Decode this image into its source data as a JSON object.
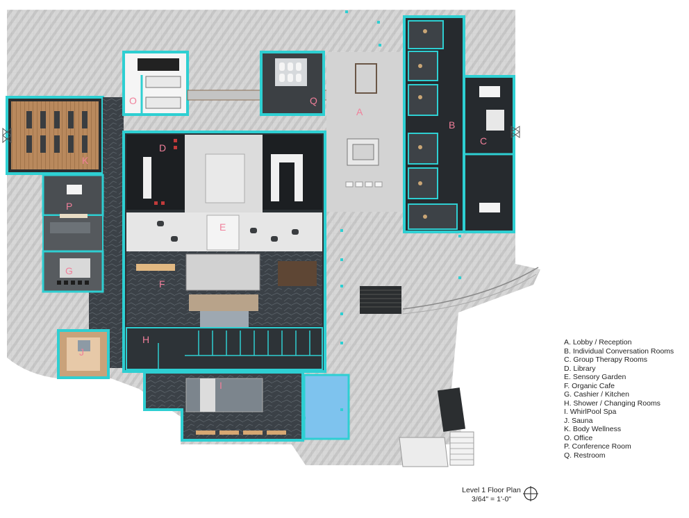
{
  "plan": {
    "title": "Level 1 Floor Plan",
    "scale": "3/64\" = 1'-0\"",
    "north_symbol": "north-arrow-icon"
  },
  "colors": {
    "wall_accent": "#2ecfd2",
    "floor_light": "#d6d6d6",
    "floor_dark": "#1f2326",
    "slate_floor": "#3a4046",
    "wood": "#b8875a",
    "pool": "#7ec3ee",
    "label": "#f07f9a"
  },
  "room_labels": [
    {
      "id": "A",
      "text": "A"
    },
    {
      "id": "B",
      "text": "B"
    },
    {
      "id": "C",
      "text": "C"
    },
    {
      "id": "D",
      "text": "D"
    },
    {
      "id": "E",
      "text": "E"
    },
    {
      "id": "F",
      "text": "F"
    },
    {
      "id": "G",
      "text": "G"
    },
    {
      "id": "H",
      "text": "H"
    },
    {
      "id": "I",
      "text": "I"
    },
    {
      "id": "J",
      "text": "J"
    },
    {
      "id": "K",
      "text": "K"
    },
    {
      "id": "O",
      "text": "O"
    },
    {
      "id": "P",
      "text": "P"
    },
    {
      "id": "Q",
      "text": "Q"
    }
  ],
  "legend": [
    "A.  Lobby / Reception",
    "B.  Individual Conversation Rooms",
    "C.  Group Therapy Rooms",
    "D.  Library",
    "E.  Sensory Garden",
    "F.  Organic Cafe",
    "G.  Cashier / Kitchen",
    "H.  Shower / Changing Rooms",
    "I.  WhirlPool Spa",
    "J.  Sauna",
    "K.  Body Wellness",
    "O.  Office",
    "P.  Conference Room",
    "Q.  Restroom"
  ]
}
